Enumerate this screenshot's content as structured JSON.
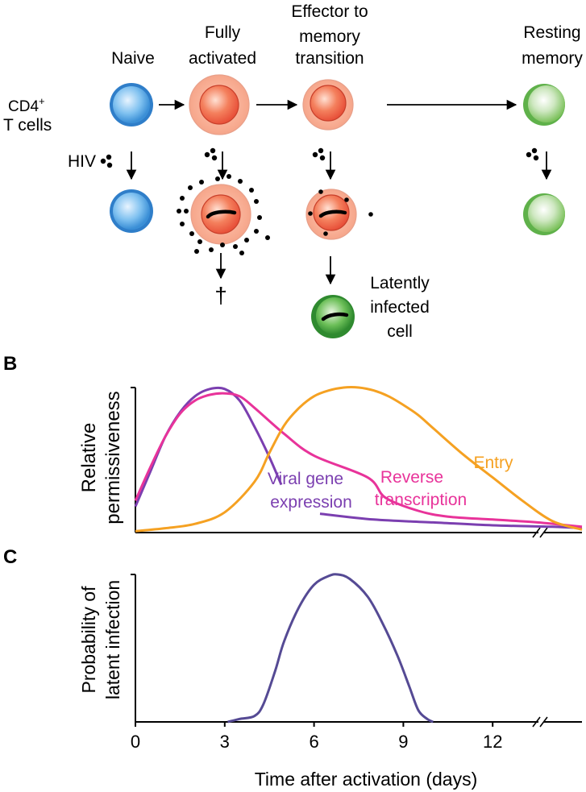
{
  "panelA": {
    "stages": [
      {
        "line1": "",
        "line2": "Naive"
      },
      {
        "line1": "Fully",
        "line2": "activated"
      },
      {
        "line1": "Effector to",
        "line2": "memory",
        "line3": "transition"
      },
      {
        "line1": "Resting",
        "line2": "memory"
      }
    ],
    "row_label": {
      "line1": "CD4",
      "sup": "+",
      "line2": "T cells"
    },
    "hiv_label": "HIV",
    "death_symbol": "†",
    "latent_label": [
      "Latently",
      "infected",
      "cell"
    ],
    "colors": {
      "naive": "#3b8fd6",
      "activated": "#f47a5c",
      "memory": "#6cc04a",
      "latent": "#3c9a3a"
    }
  },
  "panelB": {
    "panel_label": "B",
    "ylabel": [
      "Relative",
      "permissiveness"
    ],
    "curve_labels": {
      "viral": [
        "Viral gene",
        "expression"
      ],
      "rt": [
        "Reverse",
        "transcription"
      ],
      "entry": "Entry"
    }
  },
  "panelC": {
    "panel_label": "C",
    "ylabel": [
      "Probability of",
      "latent infection"
    ],
    "xlabel": "Time after activation (days)",
    "xticks": [
      "0",
      "3",
      "6",
      "9",
      "12"
    ]
  },
  "chart_data": [
    {
      "type": "line",
      "title": "",
      "xlabel": "",
      "ylabel": "Relative permissiveness",
      "xlim": [
        0,
        15
      ],
      "ylim": [
        0,
        1
      ],
      "series": [
        {
          "name": "Viral gene expression",
          "color": "#7b3fb0",
          "x": [
            0,
            0.5,
            1,
            1.5,
            2,
            2.5,
            3,
            3.5,
            4,
            4.5,
            4.9,
            6.2,
            8,
            10,
            12,
            14,
            15
          ],
          "y": [
            0.18,
            0.42,
            0.66,
            0.83,
            0.94,
            0.99,
            0.99,
            0.91,
            0.73,
            0.52,
            0.33,
            0.13,
            0.09,
            0.07,
            0.05,
            0.04,
            0.03
          ]
        },
        {
          "name": "Reverse transcription",
          "color": "#e8339a",
          "x": [
            0,
            0.5,
            1,
            1.5,
            2,
            2.5,
            3,
            3.5,
            4,
            5,
            6,
            7.8,
            8.4,
            9.5,
            10.5,
            12,
            13.5,
            15
          ],
          "y": [
            0.22,
            0.45,
            0.66,
            0.82,
            0.91,
            0.95,
            0.96,
            0.94,
            0.86,
            0.68,
            0.53,
            0.38,
            0.24,
            0.15,
            0.11,
            0.09,
            0.07,
            0.04
          ]
        },
        {
          "name": "Entry",
          "color": "#f5a122",
          "x": [
            0,
            1,
            2,
            3,
            4,
            4.5,
            5,
            5.5,
            6,
            6.5,
            7,
            7.5,
            8,
            8.5,
            9,
            9.5,
            10,
            11,
            12,
            13,
            14,
            15
          ],
          "y": [
            0.01,
            0.03,
            0.06,
            0.14,
            0.35,
            0.55,
            0.74,
            0.86,
            0.94,
            0.98,
            1.0,
            1.0,
            0.98,
            0.94,
            0.88,
            0.81,
            0.72,
            0.54,
            0.38,
            0.22,
            0.08,
            0.02
          ]
        }
      ]
    },
    {
      "type": "line",
      "title": "",
      "xlabel": "Time after activation (days)",
      "ylabel": "Probability of latent infection",
      "xlim": [
        0,
        15
      ],
      "ylim": [
        0,
        1
      ],
      "xticks": [
        0,
        3,
        6,
        9,
        12
      ],
      "series": [
        {
          "name": "",
          "color": "#554a94",
          "x": [
            3.1,
            3.5,
            4,
            4.3,
            4.7,
            5,
            5.5,
            6,
            6.5,
            6.8,
            7.2,
            7.8,
            8.3,
            8.8,
            9.2,
            9.5,
            9.8,
            10
          ],
          "y": [
            0.0,
            0.02,
            0.04,
            0.12,
            0.35,
            0.55,
            0.78,
            0.93,
            0.99,
            1.0,
            0.97,
            0.85,
            0.67,
            0.45,
            0.24,
            0.08,
            0.02,
            0.0
          ]
        }
      ]
    }
  ]
}
